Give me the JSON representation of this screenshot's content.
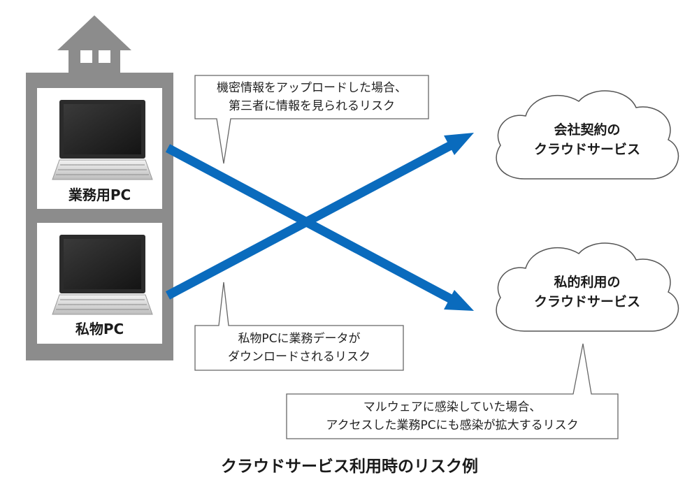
{
  "pcs": {
    "work": "業務用PC",
    "personal": "私物PC"
  },
  "clouds": {
    "company": [
      "会社契約の",
      "クラウドサービス"
    ],
    "private": [
      "私的利用の",
      "クラウドサービス"
    ]
  },
  "callouts": {
    "top": [
      "機密情報をアップロードした場合、",
      "第三者に情報を見られるリスク"
    ],
    "middle": [
      "私物PCに業務データが",
      "ダウンロードされるリスク"
    ],
    "bottom": [
      "マルウェアに感染していた場合、",
      "アクセスした業務PCにも感染が拡大するリスク"
    ]
  },
  "caption": "クラウドサービス利用時のリスク例",
  "colors": {
    "arrow": "#0a6bbd",
    "building": "#8c8c8c",
    "cloud_stroke": "#555555",
    "callout_stroke": "#666666"
  },
  "icons": {
    "building": "house-building-icon",
    "laptop": "laptop-icon",
    "cloud": "cloud-icon"
  }
}
